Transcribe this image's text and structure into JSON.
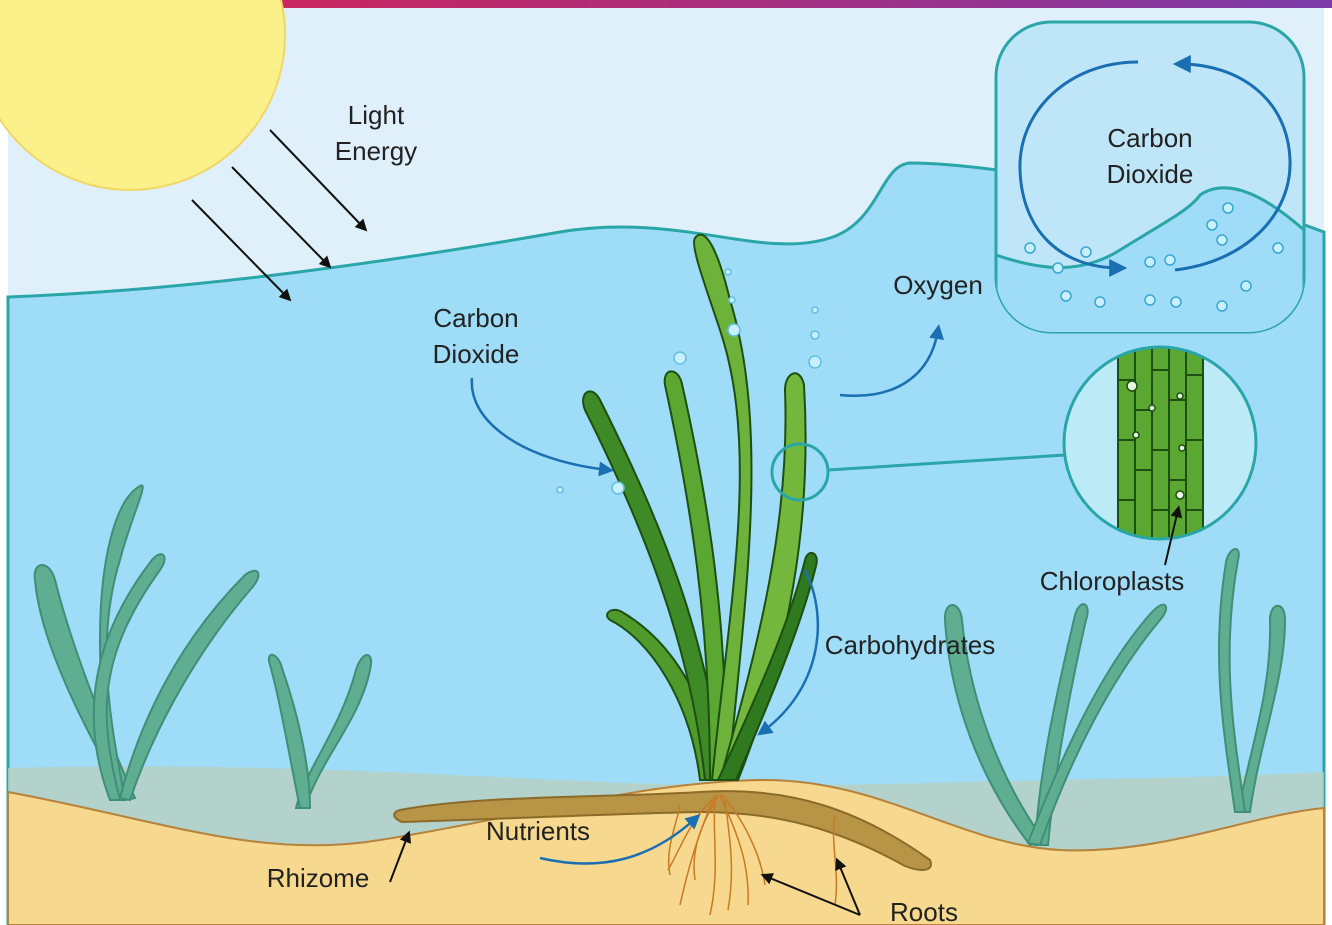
{
  "labels": {
    "light_line1": "Light",
    "light_line2": "Energy",
    "co2_left_line1": "Carbon",
    "co2_left_line2": "Dioxide",
    "oxygen": "Oxygen",
    "co2_cycle_line1": "Carbon",
    "co2_cycle_line2": "Dioxide",
    "chloroplasts": "Chloroplasts",
    "carbohydrates": "Carbohydrates",
    "nutrients": "Nutrients",
    "rhizome": "Rhizome",
    "roots": "Roots"
  },
  "colors": {
    "top_bar_start": "#e0224a",
    "top_bar_end": "#7a3aa8",
    "sky": "#dff0fb",
    "sun": "#fbf08a",
    "water": "#9fdcf7",
    "water_line": "#2aa5a8",
    "sediment": "#f7d88f",
    "seagrass_background": "#5fae92",
    "plant_light": "#6db33b",
    "plant_dark": "#2f7a1f",
    "arrow_blue": "#1a6fb2",
    "arrow_black": "#111111",
    "rhizome": "#b79446"
  }
}
